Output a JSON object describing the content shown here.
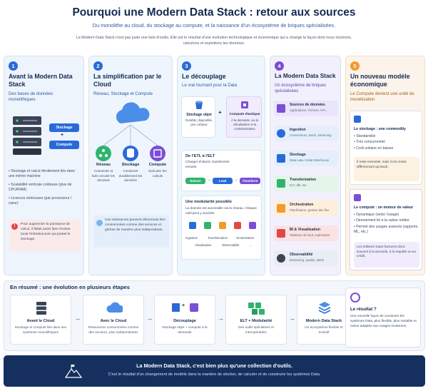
{
  "header": {
    "title": "Pourquoi une Modern Data Stack : retour aux sources",
    "subtitle": "Du monolithe au cloud, du stockage au compute, et la naissance d'un écosystème de briques spécialisées.",
    "intro": "La Modern Data Stack n'est pas juste une liste d'outils. Elle est le résultat d'une évolution technologique et économique qui a changé la façon dont nous stockons, calculons et exploitons les données."
  },
  "colors": {
    "blue": "#2a6ad8",
    "navy": "#15305f",
    "purple": "#7a4fd6",
    "orange": "#f29a2e",
    "green": "#2fb46e",
    "red": "#e0484a"
  },
  "col1": {
    "num": "1",
    "title": "Avant la Modern Data Stack",
    "subtitle": "Des bases de données monolithiques",
    "pill_storage": "Stockage",
    "plus": "+",
    "pill_compute": "Compute",
    "bullets": [
      "Stockage et calcul étroitement liés dans une même machine",
      "Scalabilité verticale coûteuse (plus de CPU/RAM)",
      "Licences onéreuses (par processeur / cœur)"
    ],
    "warning": "Pour augmenter la puissance de calcul, il fallait aussi faire évoluer toute l'infrastructure qui portait le stockage."
  },
  "col2": {
    "num": "2",
    "title": "La simplification par le Cloud",
    "subtitle": "Réseau, Stockage et Compute",
    "items": [
      {
        "label": "Réseau",
        "desc": "Connecter et faire circuler les données"
      },
      {
        "label": "Stockage",
        "desc": "Conserver durablement les données"
      },
      {
        "label": "Compute",
        "desc": "Exécuter les calculs"
      }
    ],
    "note": "Ces ressources peuvent désormais être consommées comme des services et gérées de manière plus indépendante."
  },
  "col3": {
    "num": "3",
    "title": "Le découplage",
    "subtitle": "Le vrai tournant pour la Data",
    "storage_title": "Stockage objet",
    "storage_desc": "Durable, disponible, peu coûteux",
    "plus": "+",
    "compute_title": "Compute élastique",
    "compute_desc": "À la demande, via la virtualisation et la containerisation",
    "etl_title": "De l'ETL à l'ELT",
    "etl_desc": "Charger d'abord, transformer ensuite",
    "etl_steps": [
      "Extract",
      "Load",
      "Transform"
    ],
    "mod_title": "Une modularité possible",
    "mod_desc": "La donnée est accessible via le réseau. Chaque outil peut y accéder.",
    "mod_labels": [
      "Ingestion",
      "Transformation",
      "Orchestration",
      "Visualisation",
      "Observabilité",
      "..."
    ]
  },
  "col4": {
    "num": "4",
    "title": "La Modern Data Stack",
    "subtitle": "Un écosystème de briques spécialisées",
    "items": [
      {
        "t": "Sources de données",
        "d": "Applications, Fichiers, API..."
      },
      {
        "t": "Ingestion",
        "d": "Connecteurs, batch, streaming"
      },
      {
        "t": "Stockage",
        "d": "Data Lake / Data Warehouse"
      },
      {
        "t": "Transformation",
        "d": "ELT, dbt, etc."
      },
      {
        "t": "Orchestration",
        "d": "Planification, gestion des flux"
      },
      {
        "t": "BI & Visualisation",
        "d": "Tableaux de bord, exploration"
      },
      {
        "t": "Observabilité",
        "d": "Monitoring, qualité, alerte"
      }
    ]
  },
  "col5": {
    "num": "5",
    "title": "Un nouveau modèle économique",
    "subtitle": "Le Compute devient une unité de monétisation",
    "storage_title": "Le stockage : une commodity",
    "storage_bullets": [
      "Standardisé",
      "Très concurrentiel",
      "Coût unitaire en baisse"
    ],
    "storage_note": "Il reste essentiel, mais il est moins différenciant qu'avant.",
    "compute_title": "Le compute : un moteur de valeur",
    "compute_bullets": [
      "Dynamique (selon l'usage)",
      "Directement lié à la valeur métier",
      "Permet des usages avancés (rapports, ML, etc.)"
    ],
    "compute_note": "Les éditeurs SaaS facturent donc souvent à la seconde, à la requête ou au crédit."
  },
  "summary": {
    "title": "En résumé : une évolution en plusieurs étapes",
    "steps": [
      {
        "label": "Avant le Cloud",
        "desc": "Stockage et compute liés dans des systèmes monolithiques"
      },
      {
        "label": "Avec le Cloud",
        "desc": "Ressources consommées comme des services, plus indépendantes"
      },
      {
        "label": "Découplage",
        "desc": "Stockage objet + compute à la demande"
      },
      {
        "label": "ELT + Modularité",
        "desc": "Des outils spécialisés et interopérables"
      },
      {
        "label": "Modern Data Stack",
        "desc": "Un écosystème flexible et évolutif"
      }
    ],
    "result_title": "Le résultat ?",
    "result_desc": "Une nouvelle façon de construire les systèmes Data, plus flexible, plus rentable et mieux adaptée aux usages modernes."
  },
  "footer": {
    "line1": "La Modern Data Stack, c'est bien plus qu'une collection d'outils.",
    "line2": "C'est le résultat d'un changement de modèle dans la manière de stocker, de calculer et de construire les systèmes Data."
  }
}
